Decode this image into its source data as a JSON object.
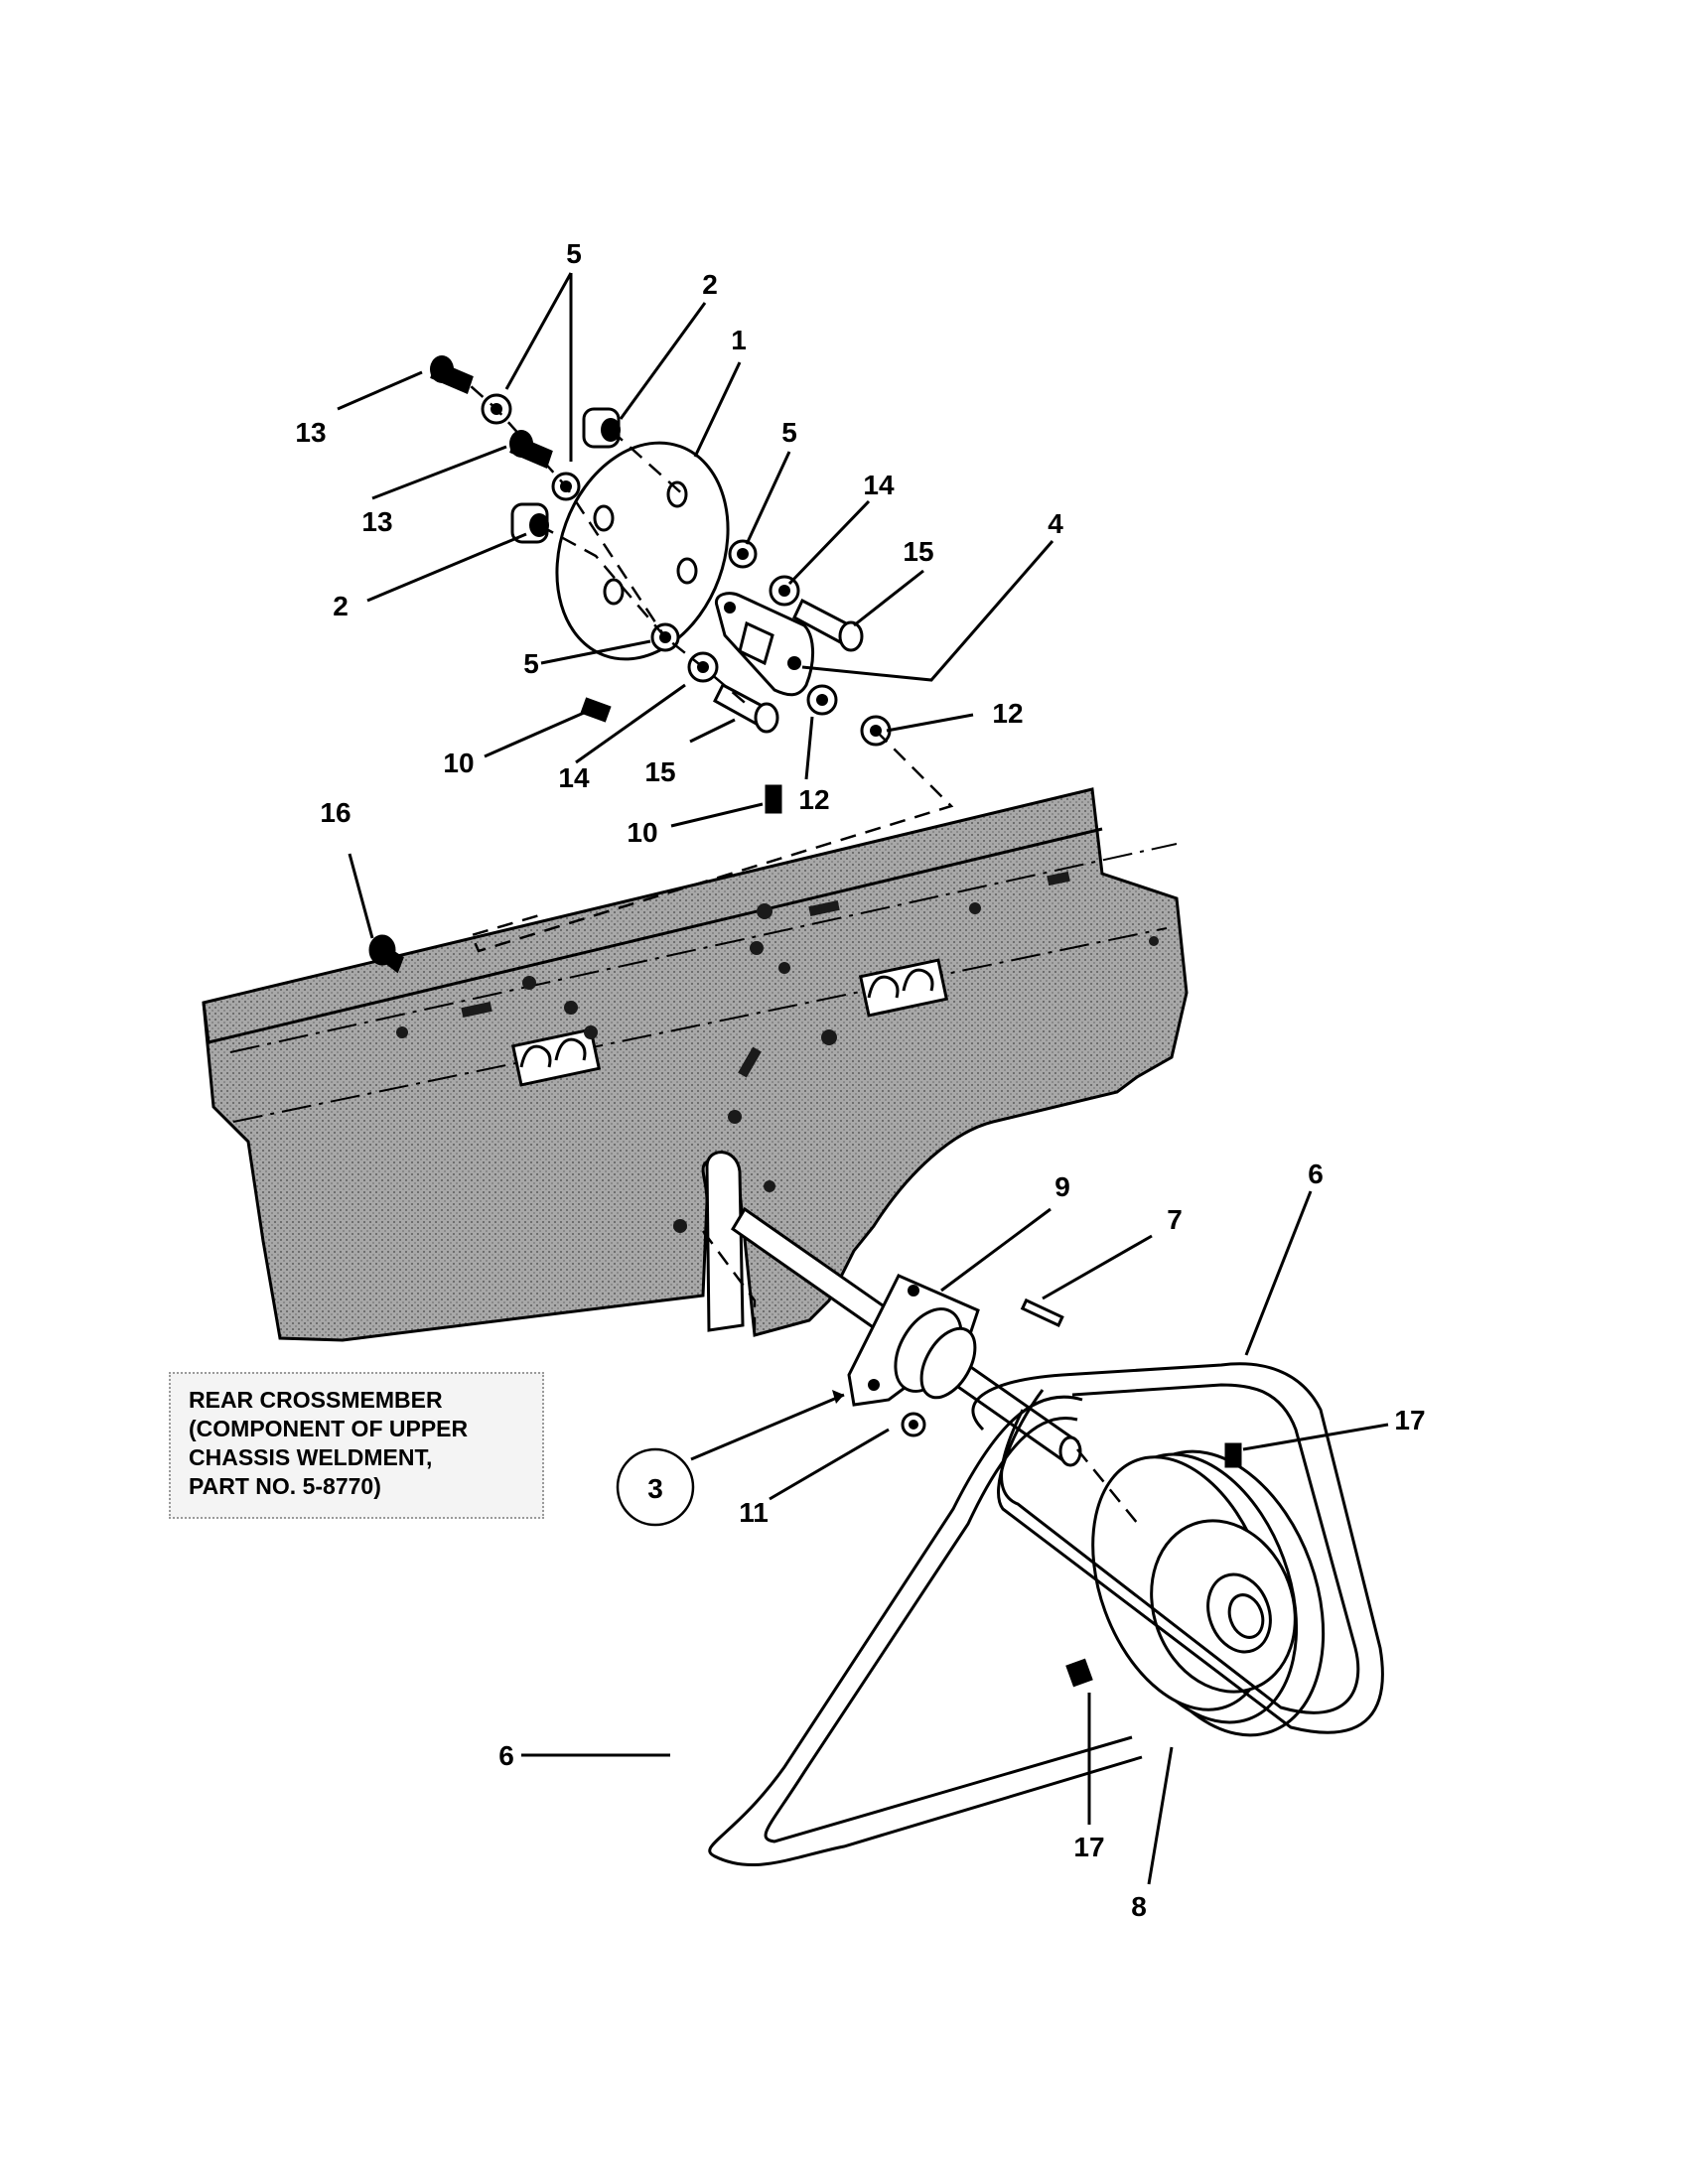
{
  "callouts": {
    "c1": "1",
    "c2a": "2",
    "c2b": "2",
    "c3": "3",
    "c4": "4",
    "c5a": "5",
    "c5b": "5",
    "c5c": "5",
    "c6a": "6",
    "c6b": "6",
    "c7": "7",
    "c8": "8",
    "c9": "9",
    "c10a": "10",
    "c10b": "10",
    "c11": "11",
    "c12a": "12",
    "c12b": "12",
    "c13a": "13",
    "c13b": "13",
    "c14a": "14",
    "c14b": "14",
    "c15a": "15",
    "c15b": "15",
    "c16": "16",
    "c17a": "17",
    "c17b": "17"
  },
  "note": {
    "line1": "REAR CROSSMEMBER",
    "line2": "(COMPONENT OF UPPER",
    "line3": "CHASSIS WELDMENT,",
    "line4": "PART NO. 5-8770)"
  },
  "colors": {
    "crossmember": "#9c9c9c",
    "ink": "#000000",
    "paper": "#ffffff"
  }
}
